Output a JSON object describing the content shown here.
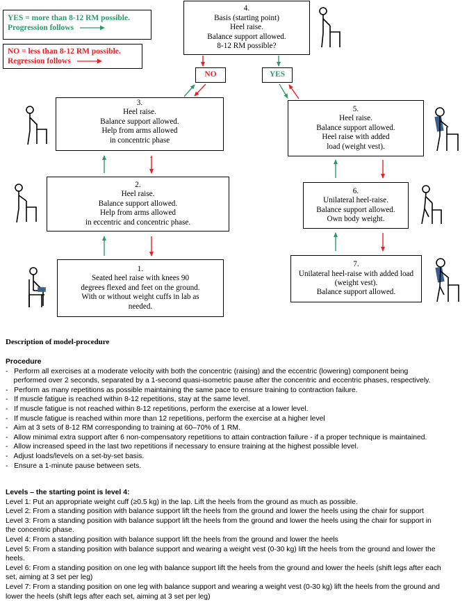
{
  "legend": {
    "yes_title": "YES = more than 8-12 RM possible.",
    "yes_sub": "Progression follows",
    "no_title": "NO = less than 8-12 RM possible.",
    "no_sub": "Regression  follows"
  },
  "tags": {
    "no": "NO",
    "yes": "YES"
  },
  "boxes": {
    "b4": [
      "4.",
      "Basis (starting point)",
      "Heel raise.",
      "Balance support allowed.",
      "8-12 RM possible?"
    ],
    "b3": [
      "3.",
      "Heel raise.",
      "Balance support allowed.",
      "Help from arms allowed",
      "in concentric phase"
    ],
    "b2": [
      "2.",
      "Heel raise.",
      "Balance support allowed.",
      "Help from arms allowed",
      "in eccentric and concentric phase."
    ],
    "b1": [
      "1.",
      "Seated heel raise with knees 90",
      "degrees flexed and feet on the ground.",
      "With or without weight cuffs in lab as",
      "needed."
    ],
    "b5": [
      "5.",
      "Heel raise.",
      "Balance support allowed.",
      "Heel raise with added",
      "load (weight vest)."
    ],
    "b6": [
      "6.",
      "Unilateral heel-raise.",
      "Balance support allowed.",
      "Own body weight."
    ],
    "b7": [
      "7.",
      "Unilateral heel-raise with added load",
      "(weight vest).",
      "Balance support allowed."
    ]
  },
  "b3_dot": ".",
  "colors": {
    "green": "#2e9a6a",
    "red": "#ee1c25",
    "vest": "#3b5f8a"
  },
  "icons": [
    "person-seated-icon",
    "person-standing-chair-icon",
    "person-one-leg-icon",
    "person-weight-vest-icon"
  ],
  "description_title": "Description of model-procedure",
  "procedure_title": "Procedure",
  "procedure": [
    "-   Perform all exercises at a moderate velocity with both the concentric (raising) and the eccentric (lowering) component being",
    "    performed over 2 seconds, separated by a 1-second quasi-isometric pause after the concentric and eccentric phases, respectively.",
    "-   Perform as many repetitions as possible maintaining the same pace to ensure training to contraction failure.",
    "-   If muscle fatigue is reached within 8-12 repetitions, stay at the same level.",
    "-   If muscle fatigue is not reached within 8-12 repetitions, perform the exercise at a lower level.",
    "-   If muscle fatigue is reached within more than 12 repetitions, perform the exercise at a higher level",
    "-   Aim at 3 sets of 8-12 RM corresponding to training at 60–70% of 1 RM.",
    "-   Allow minimal extra support after 6 non-compensatory repetitions to attain contraction failure - if a proper technique is maintained.",
    "-   Allow increased speed in the last two repetitions if necessary to ensure training at the highest possible level.",
    "-   Adjust loads/levels on a set-by-set basis.",
    "-   Ensure a 1-minute pause between sets."
  ],
  "levels_title": "Levels – the starting point is level 4:",
  "levels": [
    "Level 1: Put an appropriate weight cuff (≥0.5 kg) in the lap. Lift the heels from the ground as much as possible.",
    "Level 2: From a standing position with balance support lift the heels from the ground and  lower the heels using the chair for support",
    "Level 3: From a standing position with balance support lift the heels from the ground and  lower the heels using the chair for support in",
    "the concentric phase.",
    "Level 4: From a standing position with balance support lift the heels from the ground and  lower the heels",
    "Level 5: From a standing position with balance support and wearing a weight vest (0-30 kg) lift the heels from the ground and lower the",
    "heels.",
    "Level 6: From a standing position on one leg with balance support lift the heels from the ground and  lower the heels (shift legs after each",
    "set, aiming at 3 set per leg)",
    "Level 7: From a standing position on one leg with balance support and wearing a weight vest (0-30 kg) lift the heels from the ground and",
    "lower the heels (shift legs after each set, aiming at 3 set per leg)"
  ]
}
